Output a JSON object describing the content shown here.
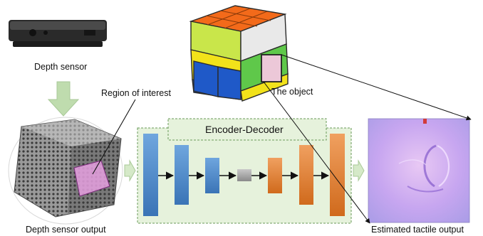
{
  "labels": {
    "depth_sensor": "Depth sensor",
    "region_of_interest": "Region of interest",
    "the_object": "The object",
    "encoder_decoder": "Encoder-Decoder",
    "depth_sensor_output": "Depth sensor output",
    "estimated_tactile_output": "Estimated tactile output"
  },
  "colors": {
    "encoder": "#4a86c8",
    "decoder": "#e07b2a",
    "bottleneck": "#9a9a9a",
    "panel_fill": "#e6f2dc",
    "panel_border": "#6a9a5a",
    "flow_arrow": "#bfdcae",
    "roi_highlight": "#e6a0e0"
  },
  "icons": {
    "sensor": "depth-camera-icon",
    "object": "rubiks-cube-icon"
  }
}
